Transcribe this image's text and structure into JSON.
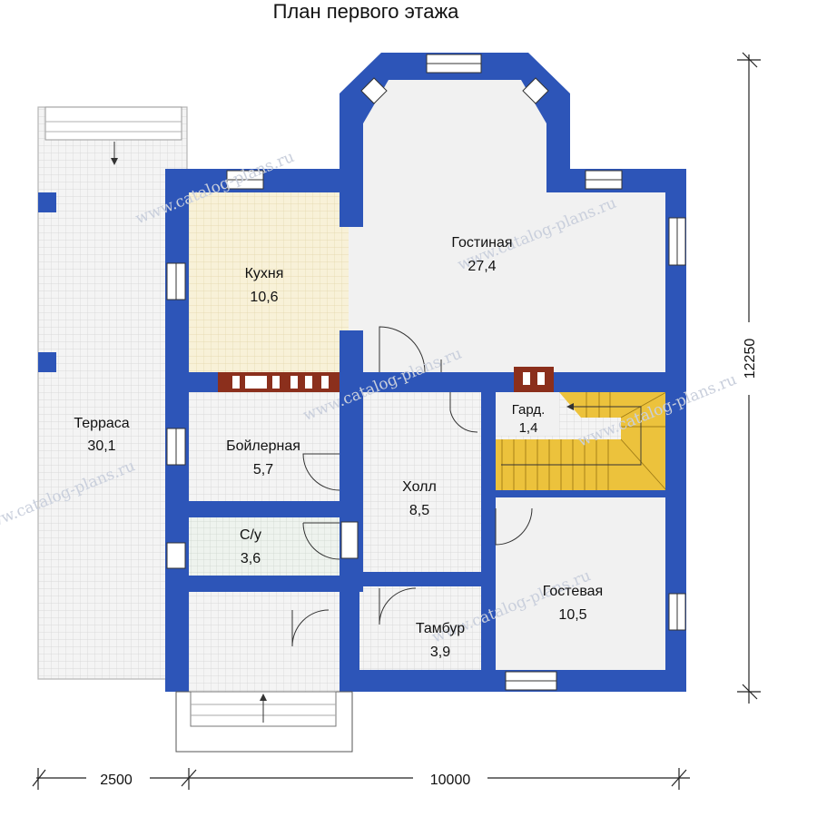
{
  "title": "План первого этажа",
  "rooms": [
    {
      "id": "terrace",
      "name": "Терраса",
      "area": "30,1"
    },
    {
      "id": "kitchen",
      "name": "Кухня",
      "area": "10,6"
    },
    {
      "id": "living",
      "name": "Гостиная",
      "area": "27,4"
    },
    {
      "id": "boiler",
      "name": "Бойлерная",
      "area": "5,7"
    },
    {
      "id": "hall",
      "name": "Холл",
      "area": "8,5"
    },
    {
      "id": "wardrobe",
      "name": "Гард.",
      "area": "1,4"
    },
    {
      "id": "wc",
      "name": "С/у",
      "area": "3,6"
    },
    {
      "id": "guest",
      "name": "Гостевая",
      "area": "10,5"
    },
    {
      "id": "vestibule",
      "name": "Тамбур",
      "area": "3,9"
    }
  ],
  "dimensions": {
    "width_terrace": "2500",
    "width_house": "10000",
    "depth_house": "12250"
  },
  "watermark": "www.catalog-plans.ru",
  "colors": {
    "wall": "#2d55b8",
    "floor": "#f1f1f1",
    "tile_grid": "#d4d4d4",
    "kitchen_floor": "#f7f0d6",
    "stair": "#ecc23c",
    "brick": "#8b2f1c",
    "label": "#111111"
  }
}
